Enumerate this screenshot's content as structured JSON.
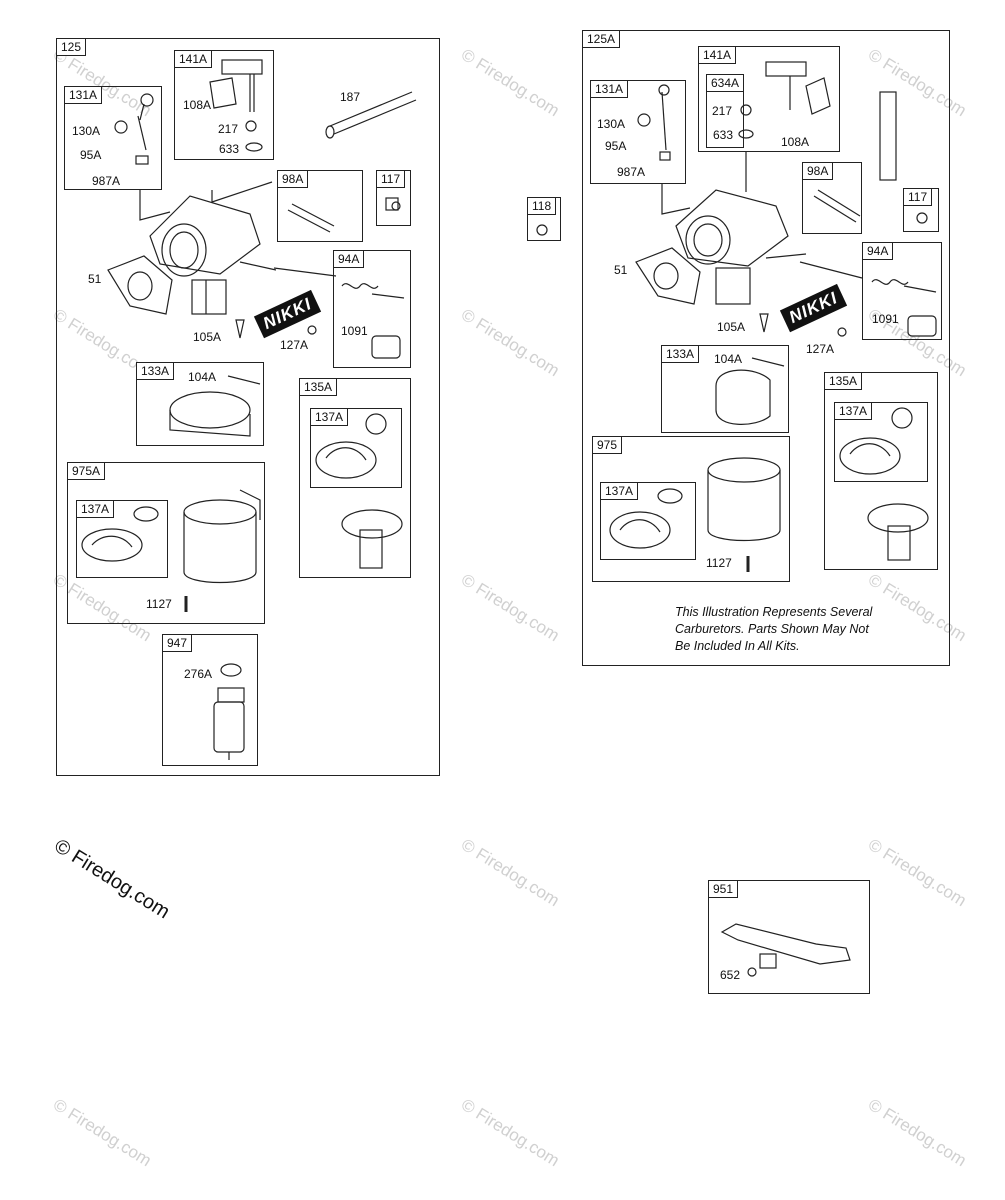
{
  "watermark": "© Firedog.com",
  "left": {
    "main": "125",
    "boxes": {
      "b131": "131A",
      "b141": "141A",
      "b98": "98A",
      "b117": "117",
      "b94": "94A",
      "b133": "133A",
      "b135": "135A",
      "b137a": "137A",
      "b975": "975A",
      "b137b": "137A",
      "b947": "947"
    },
    "labels": {
      "l130": "130A",
      "l95": "95A",
      "l987": "987A",
      "l108": "108A",
      "l217": "217",
      "l633": "633",
      "l187": "187",
      "l51": "51",
      "l105": "105A",
      "l127": "127A",
      "l1091": "1091",
      "l104": "104A",
      "l1127": "1127",
      "l276": "276A"
    },
    "brand": "NIKKI"
  },
  "right": {
    "main": "125A",
    "boxes": {
      "b118": "118",
      "b131": "131A",
      "b141": "141A",
      "b634": "634A",
      "b98": "98A",
      "b117": "117",
      "b94": "94A",
      "b133": "133A",
      "b135": "135A",
      "b137a": "137A",
      "b975": "975",
      "b137b": "137A"
    },
    "labels": {
      "l130": "130A",
      "l95": "95A",
      "l987": "987A",
      "l217": "217",
      "l633": "633",
      "l108": "108A",
      "l51": "51",
      "l105": "105A",
      "l127": "127A",
      "l1091": "1091",
      "l104": "104A",
      "l1127": "1127"
    },
    "brand": "NIKKI",
    "note": [
      "This Illustration Represents Several",
      "Carburetors. Parts Shown May Not",
      "Be Included In All Kits."
    ]
  },
  "bottom": {
    "box": "951",
    "label": "652"
  }
}
